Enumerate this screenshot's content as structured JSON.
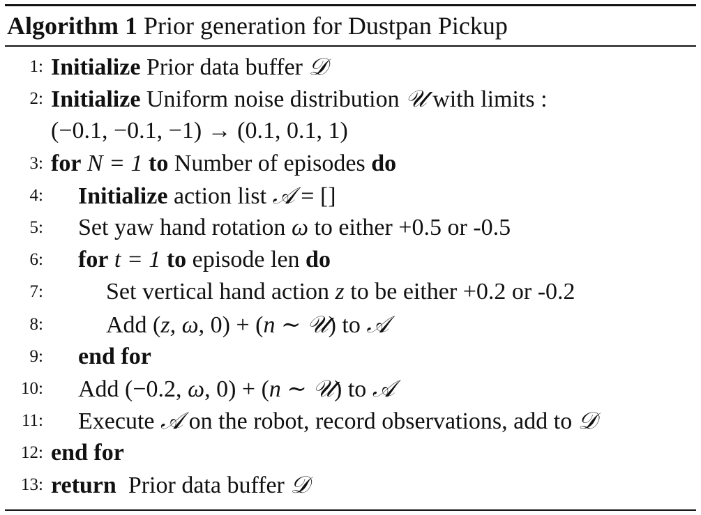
{
  "title": {
    "label": "Algorithm 1",
    "text": "Prior generation for Dustpan Pickup"
  },
  "lines": [
    {
      "num": "1:",
      "parts": [
        "Initialize",
        " Prior data buffer ",
        "𝒟"
      ]
    },
    {
      "num": "2:",
      "parts": [
        "Initialize",
        " Uniform noise distribution ",
        "𝒰",
        " with limits :"
      ]
    },
    {
      "num": "",
      "parts": [
        "(−0.1, −0.1, −1) → (0.1, 0.1, 1)"
      ]
    },
    {
      "num": "3:",
      "parts": [
        "for",
        " N = 1 ",
        "to",
        " Number of episodes ",
        "do"
      ]
    },
    {
      "num": "4:",
      "parts": [
        "Initialize",
        " action list ",
        "𝒜",
        " = []"
      ]
    },
    {
      "num": "5:",
      "parts": [
        "Set yaw hand rotation ",
        "ω",
        " to either +0.5 or -0.5"
      ]
    },
    {
      "num": "6:",
      "parts": [
        "for",
        " t = 1 ",
        "to",
        " episode len ",
        "do"
      ]
    },
    {
      "num": "7:",
      "parts": [
        "Set vertical hand action ",
        "z",
        " to be either +0.2 or -0.2"
      ]
    },
    {
      "num": "8:",
      "parts": [
        "Add (",
        "z, ω",
        ", 0) + (",
        "n",
        " ∼ ",
        "𝒰",
        ") to ",
        "𝒜"
      ]
    },
    {
      "num": "9:",
      "parts": [
        "end for"
      ]
    },
    {
      "num": "10:",
      "parts": [
        "Add (−0.2, ",
        "ω",
        ", 0) + (",
        "n",
        " ∼ ",
        "𝒰",
        ") to ",
        "𝒜"
      ]
    },
    {
      "num": "11:",
      "parts": [
        "Execute ",
        "𝒜",
        " on the robot, record observations, add to ",
        "𝒟"
      ]
    },
    {
      "num": "12:",
      "parts": [
        "end for"
      ]
    },
    {
      "num": "13:",
      "parts": [
        "return",
        "  Prior data buffer ",
        "𝒟"
      ]
    }
  ]
}
